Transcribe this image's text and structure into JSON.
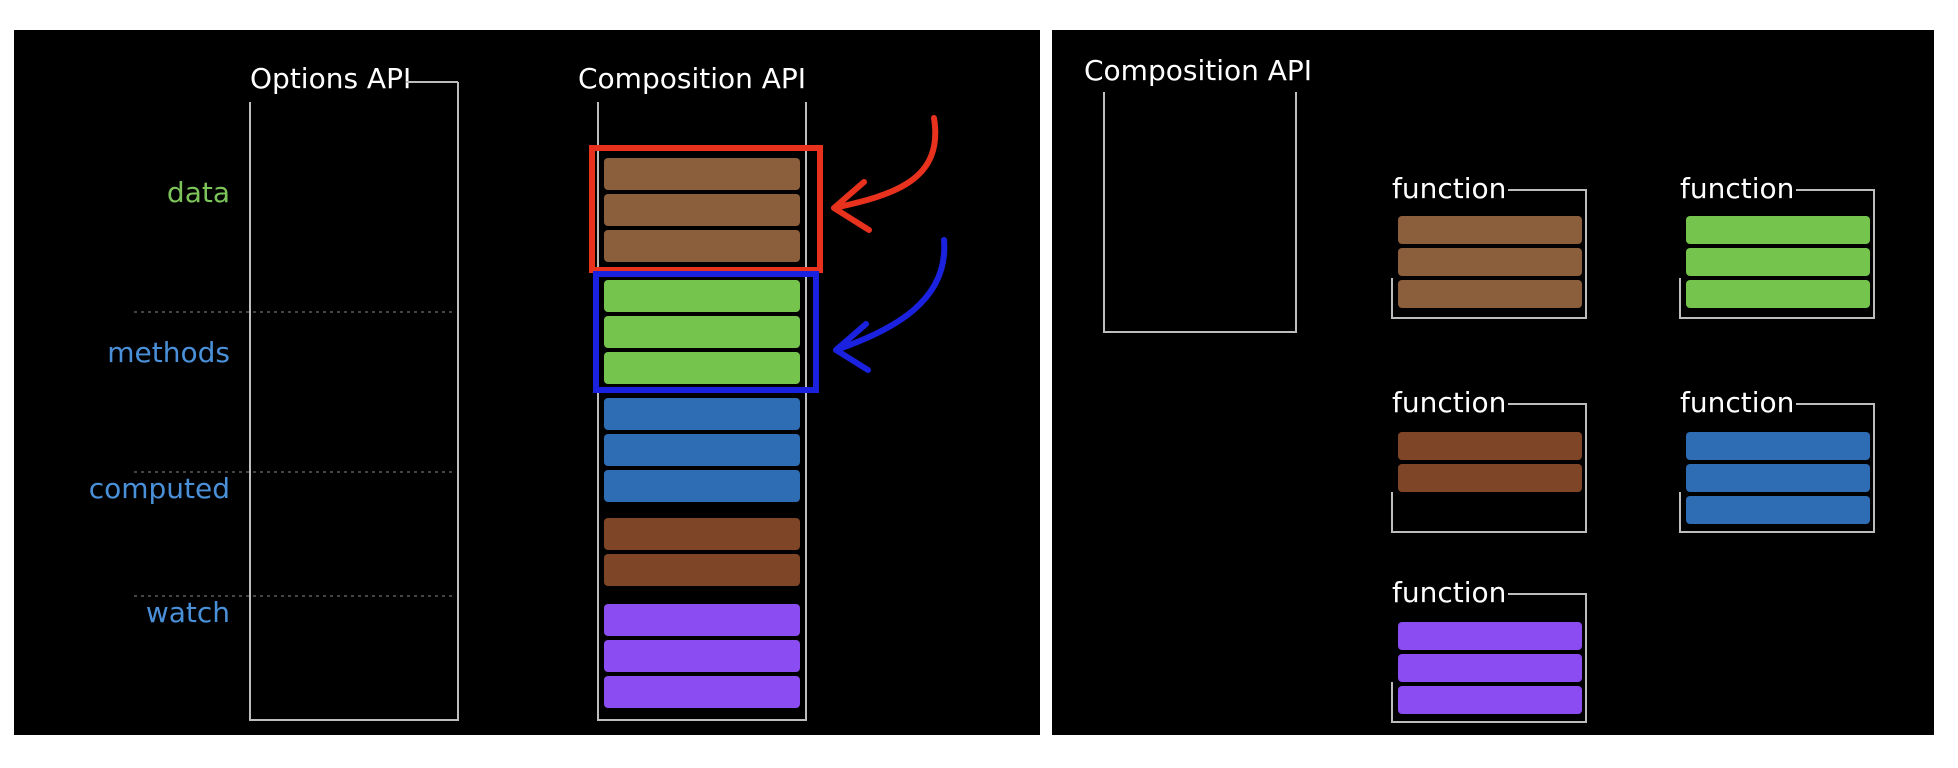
{
  "colors": {
    "data": "#8B5E3C",
    "function_green": "#74C44E",
    "function_blue": "#2E6DB4",
    "function_brown": "#7E4526",
    "function_purple": "#8B4CF2",
    "label_data": "#7CC35A",
    "label_blue": "#4A90D9",
    "highlight_red": "#E8321E",
    "highlight_blue": "#1A22E0"
  },
  "left": {
    "options_title": "Options API",
    "composition_title": "Composition API",
    "option_labels": [
      "data",
      "methods",
      "computed",
      "watch"
    ],
    "stack": [
      "data",
      "data",
      "data",
      "function_green",
      "function_green",
      "function_green",
      "function_blue",
      "function_blue",
      "function_blue",
      "function_brown",
      "function_brown",
      "function_purple",
      "function_purple",
      "function_purple"
    ]
  },
  "right": {
    "composition_title": "Composition API",
    "function_label": "function",
    "functions": [
      {
        "label": "function",
        "kind": "data",
        "count": 3
      },
      {
        "label": "function",
        "kind": "function_green",
        "count": 3
      },
      {
        "label": "function",
        "kind": "function_brown",
        "count": 2
      },
      {
        "label": "function",
        "kind": "function_blue",
        "count": 3
      },
      {
        "label": "function",
        "kind": "function_purple",
        "count": 3
      }
    ]
  }
}
